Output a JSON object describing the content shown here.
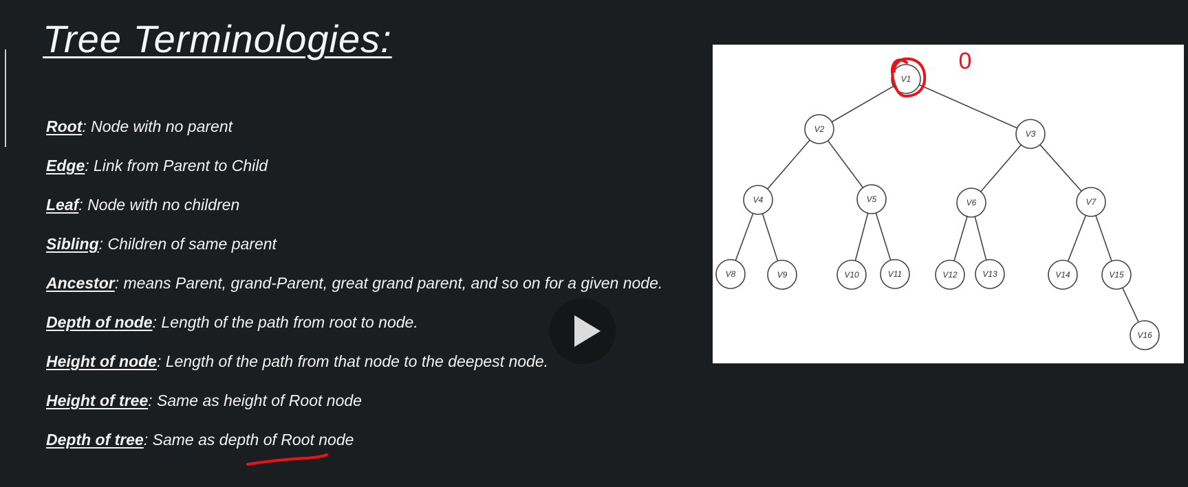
{
  "slide": {
    "title": "Tree Terminologies:",
    "terms": [
      {
        "name": "Root",
        "separator": ":",
        "definition": " Node with no parent"
      },
      {
        "name": "Edge",
        "separator": ":",
        "definition": " Link from Parent to Child"
      },
      {
        "name": "Leaf",
        "separator": ":",
        "definition": " Node with no children"
      },
      {
        "name": "Sibling",
        "separator": ":",
        "definition": "  Children of same parent"
      },
      {
        "name": "Ancestor",
        "separator": ":",
        "definition": " means Parent, grand-Parent, great grand parent, and so on for a given node."
      },
      {
        "name": "Depth of node",
        "separator": ":",
        "definition": " Length of the path from root to node."
      },
      {
        "name": "Height of node",
        "separator": ":",
        "definition": " Length of the path from that node to the deepest node."
      },
      {
        "name": "Height of tree",
        "separator": ":",
        "definition": " Same as height of Root node"
      },
      {
        "name": "Depth of tree",
        "separator": ":",
        "definition": " Same as depth of Root node"
      }
    ]
  },
  "tree": {
    "nodes": [
      "V1",
      "V2",
      "V3",
      "V4",
      "V5",
      "V6",
      "V7",
      "V8",
      "V9",
      "V10",
      "V11",
      "V12",
      "V13",
      "V14",
      "V15",
      "V16"
    ],
    "edges": [
      [
        "V1",
        "V2"
      ],
      [
        "V1",
        "V3"
      ],
      [
        "V2",
        "V4"
      ],
      [
        "V2",
        "V5"
      ],
      [
        "V3",
        "V6"
      ],
      [
        "V3",
        "V7"
      ],
      [
        "V4",
        "V8"
      ],
      [
        "V4",
        "V9"
      ],
      [
        "V5",
        "V10"
      ],
      [
        "V5",
        "V11"
      ],
      [
        "V6",
        "V12"
      ],
      [
        "V6",
        "V13"
      ],
      [
        "V7",
        "V14"
      ],
      [
        "V7",
        "V15"
      ],
      [
        "V15",
        "V16"
      ]
    ]
  },
  "annotations": {
    "depth_note": "0",
    "annotation_color": "#e8141a"
  },
  "player": {
    "play_icon": "play-icon"
  }
}
